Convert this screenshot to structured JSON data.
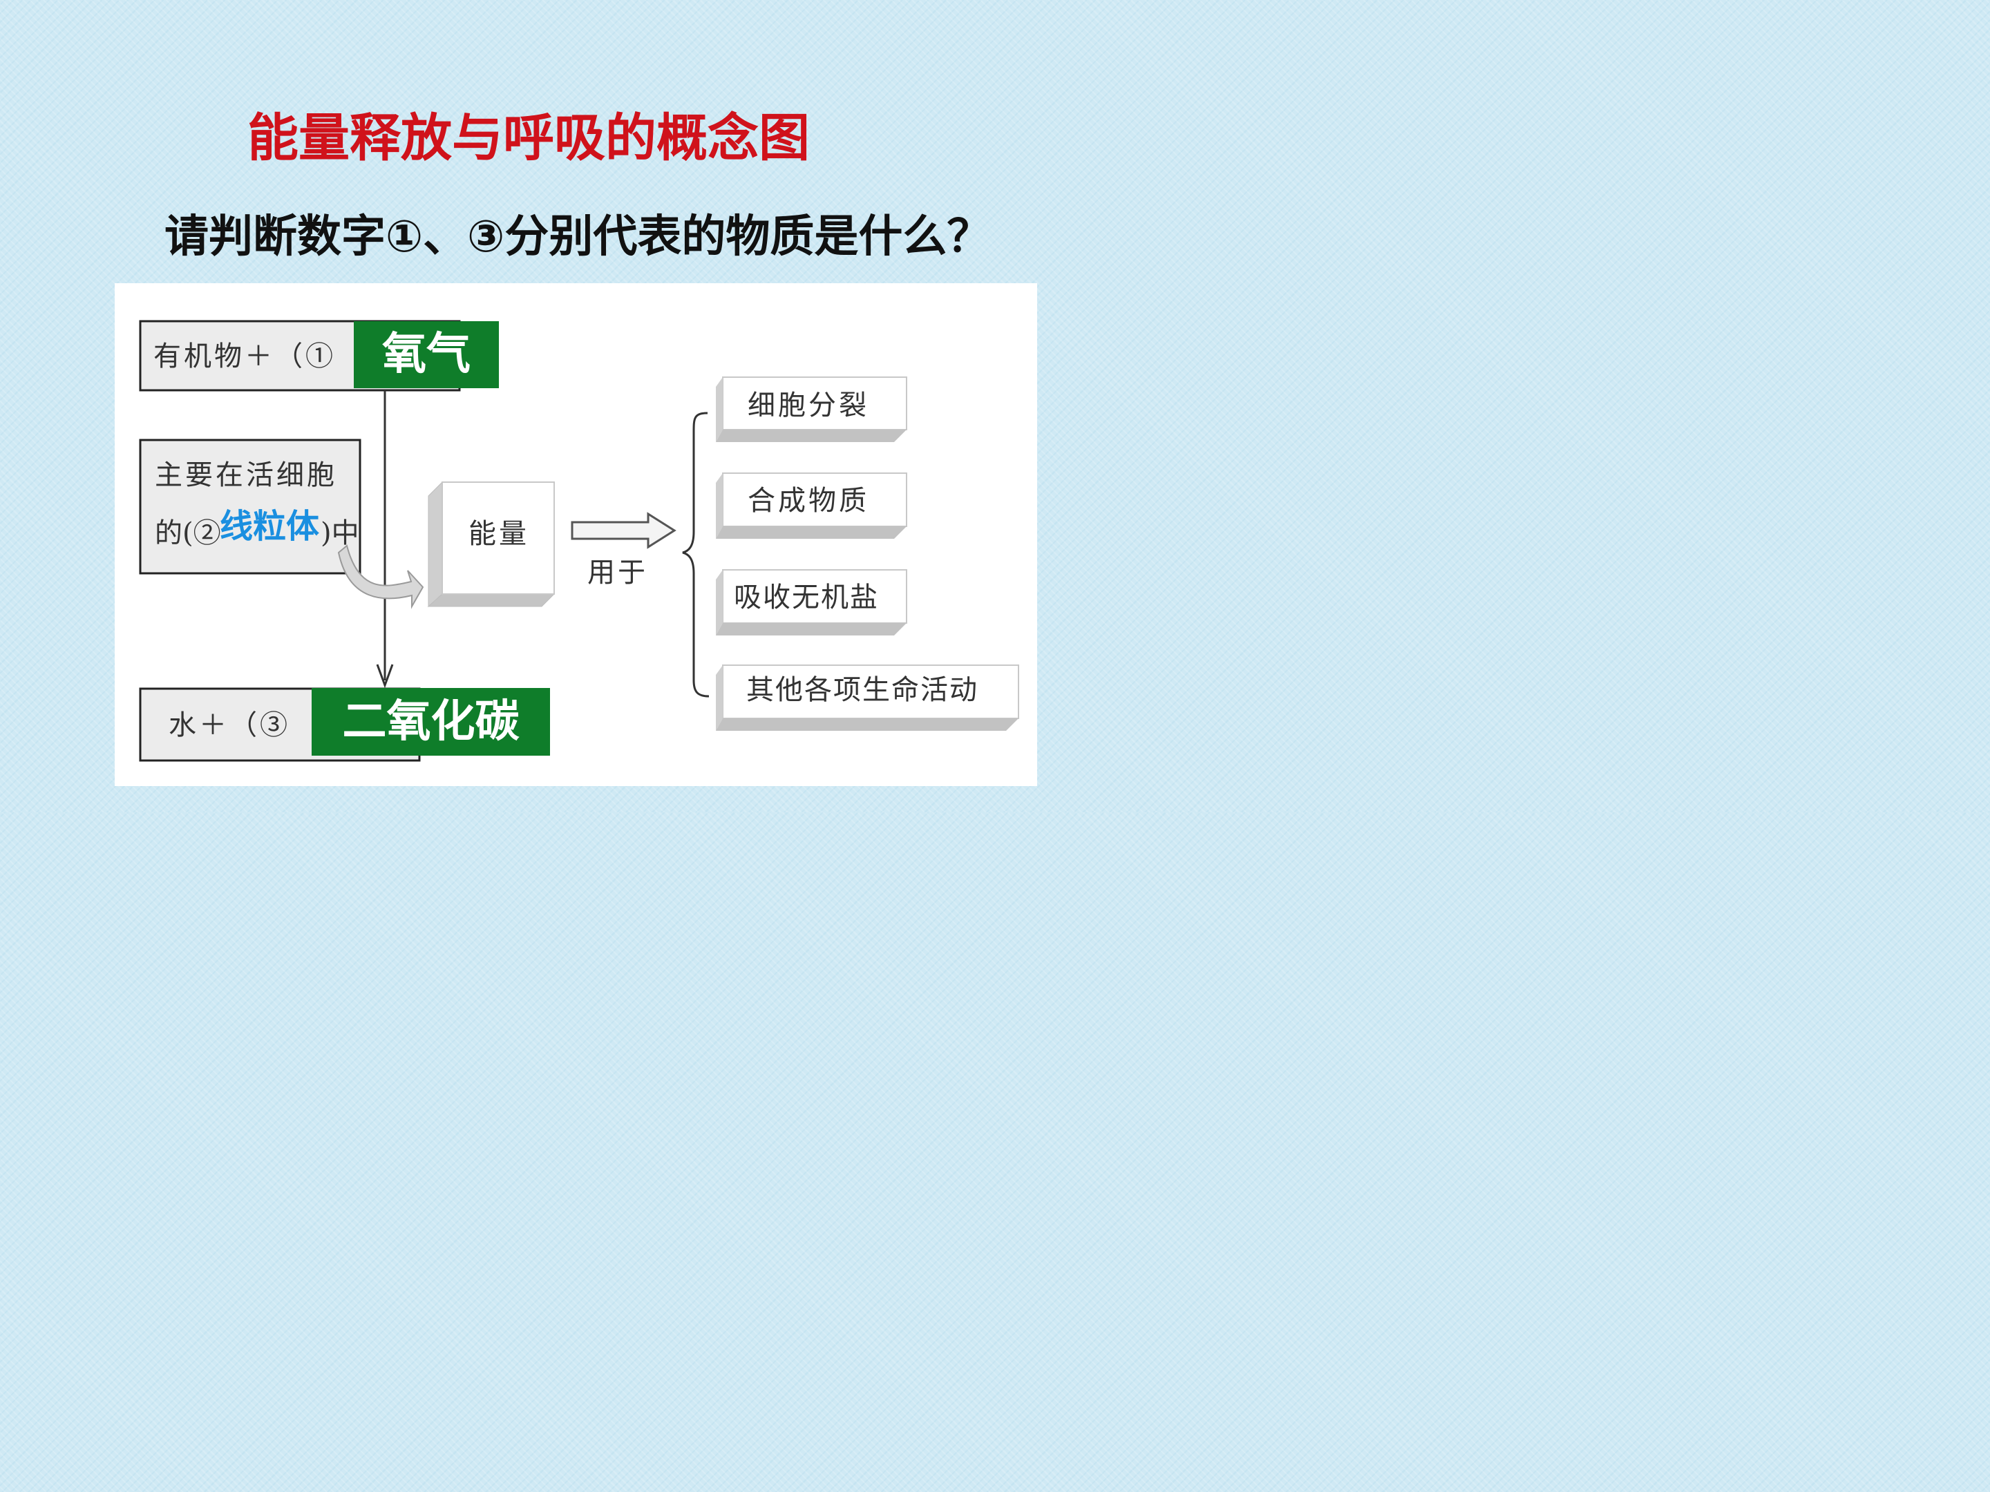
{
  "title": "能量释放与呼吸的概念图",
  "question": "请判断数字①、③分别代表的物质是什么？",
  "diagram": {
    "input_box": {
      "prefix": "有机物＋（①",
      "answer": "氧气"
    },
    "location_box": {
      "line1": "主要在活细胞",
      "line2_start": "的(②",
      "line2_end": ")中",
      "answer": "线粒体"
    },
    "output_box": {
      "prefix": "水＋（③",
      "answer": "二氧化碳"
    },
    "energy_label": "能量",
    "use_label": "用于",
    "uses": [
      "细胞分裂",
      "合成物质",
      "吸收无机盐",
      "其他各项生命活动"
    ]
  }
}
